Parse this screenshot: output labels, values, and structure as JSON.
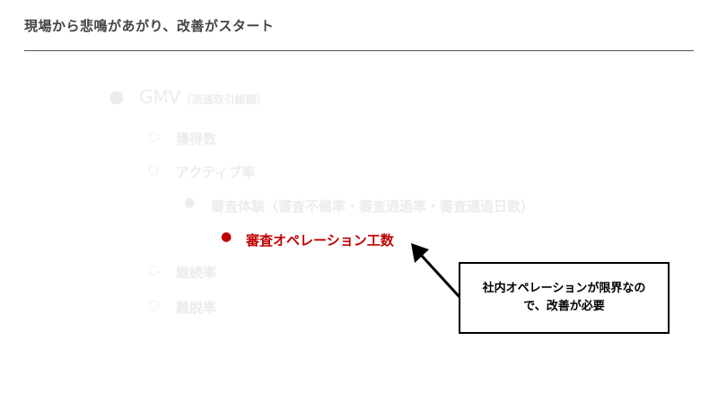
{
  "slide": {
    "title": "現場から悲鳴があがり、改善がスタート"
  },
  "outline": {
    "bullet_filled": "●",
    "bullet_hollow": "○",
    "level1": {
      "label": "GMV",
      "note": "（流通取引総額）"
    },
    "level2_items": [
      "獲得数",
      "アクティブ率",
      "継続率",
      "離脱率"
    ],
    "level3": {
      "label": "審査体験（審査不備率・審査通過率・審査通過日数）"
    },
    "level4": {
      "label": "審査オペレーション工数"
    }
  },
  "callout": {
    "line1": "社内オペレーションが限界なの",
    "line2": "で、改善が必要"
  },
  "colors": {
    "highlight": "#c00000",
    "faded_text": "#ececec",
    "title": "#444444"
  }
}
